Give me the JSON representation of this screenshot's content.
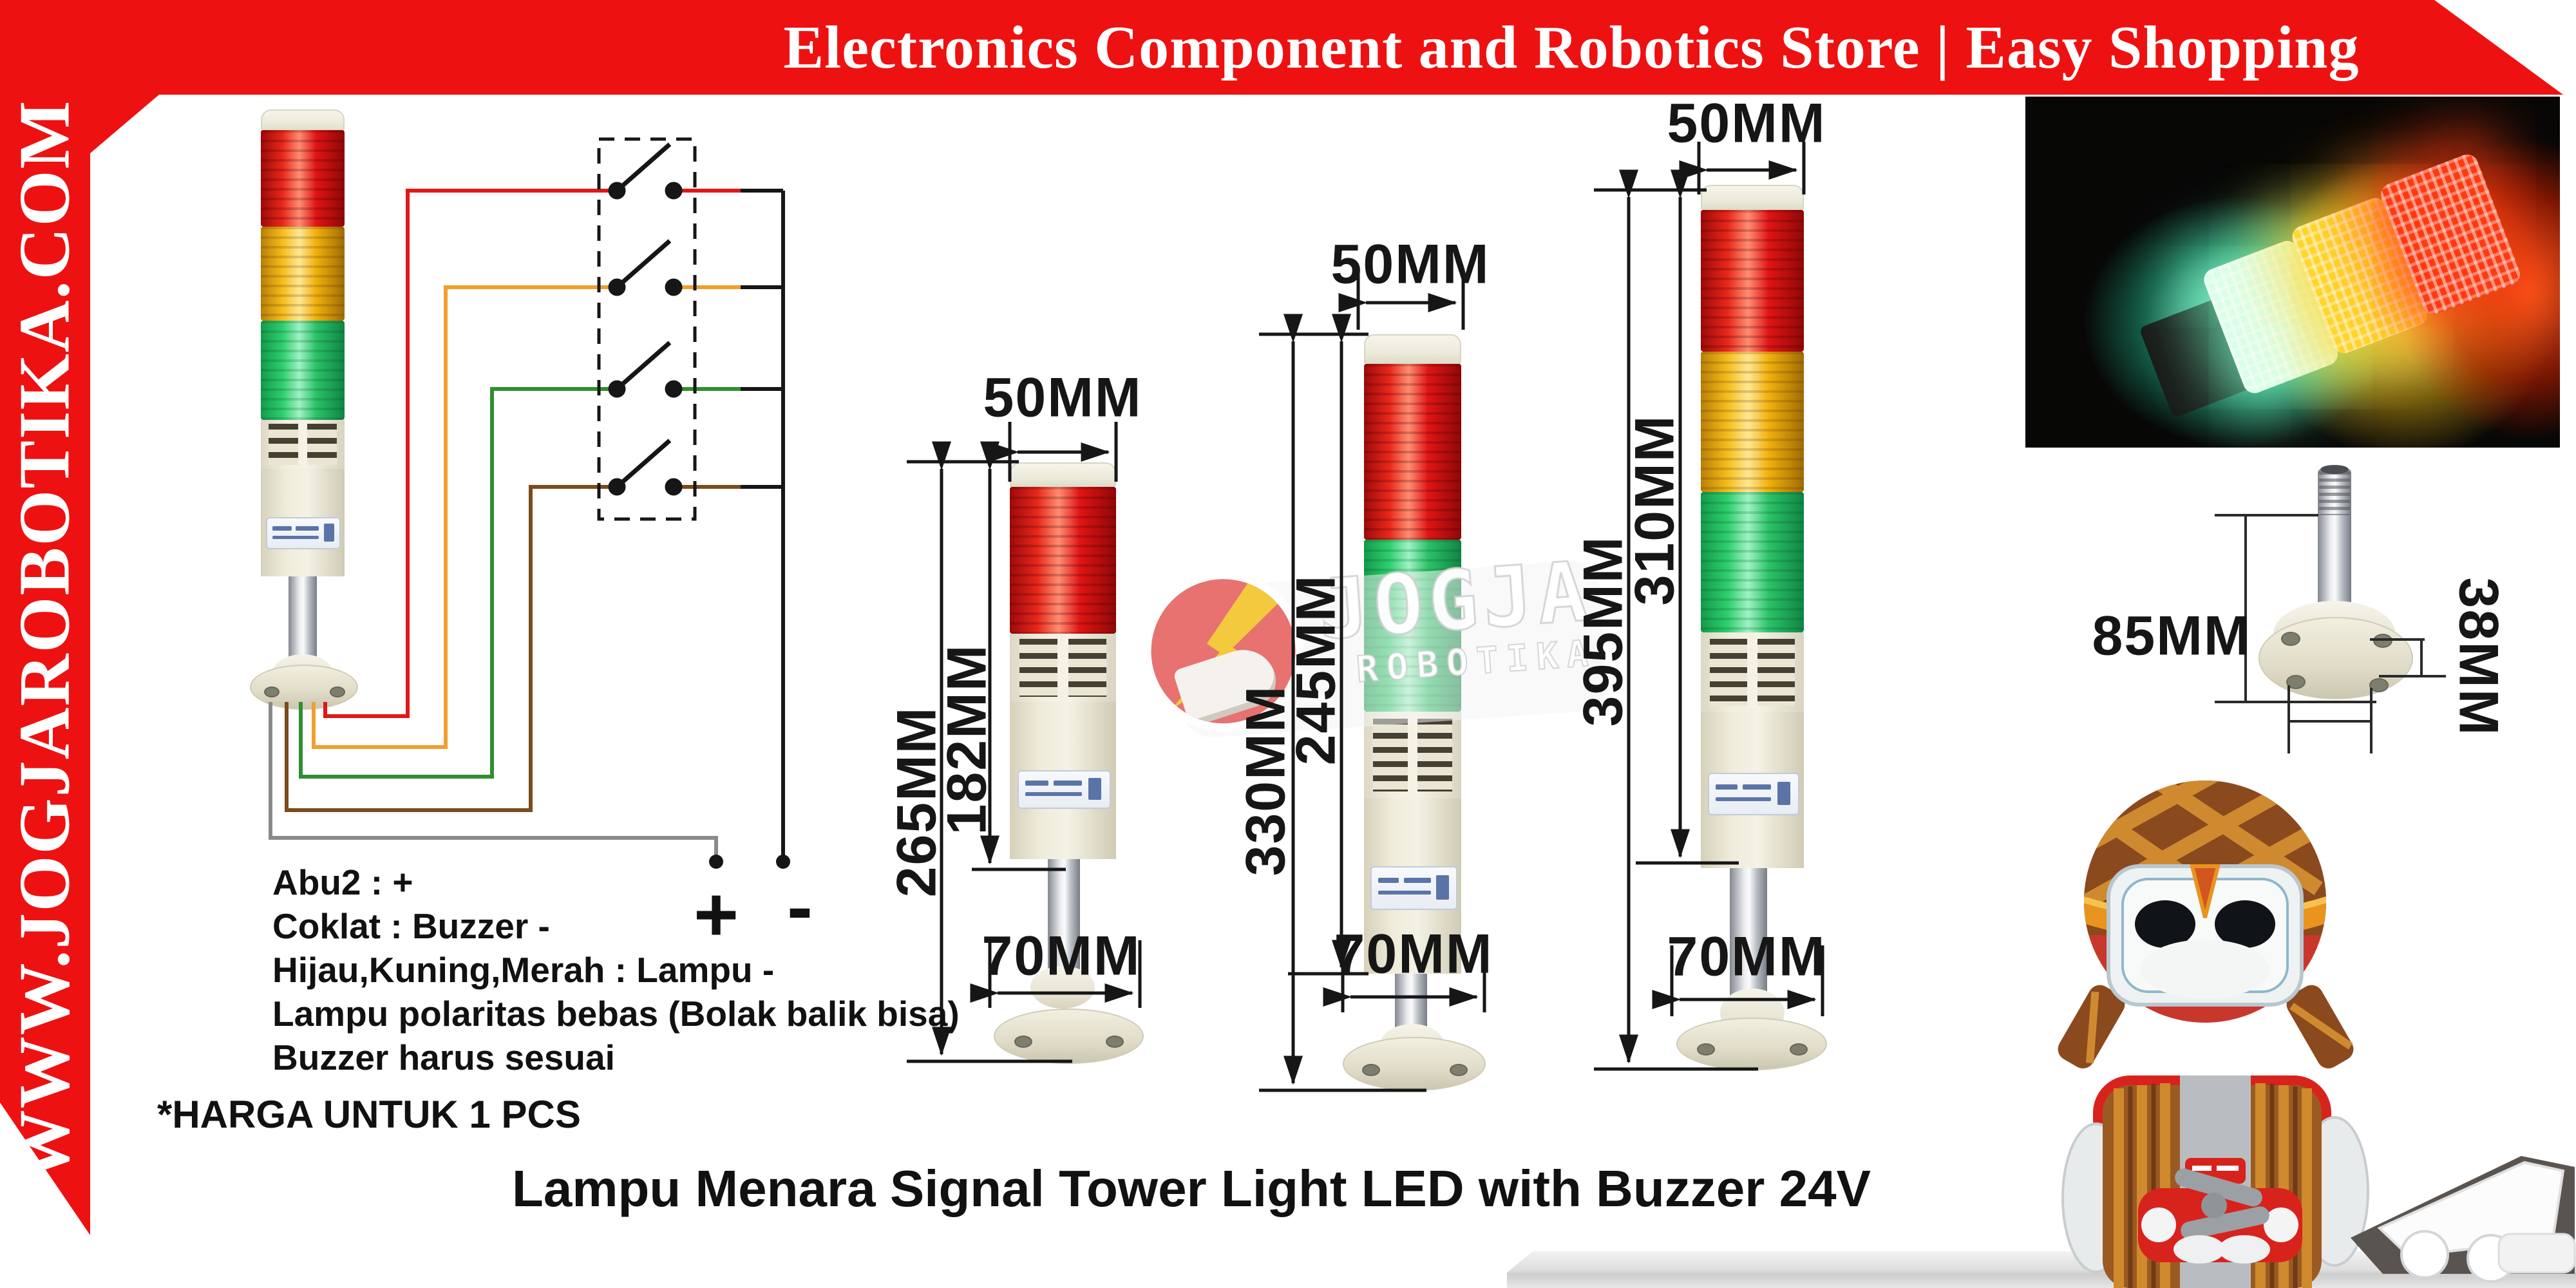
{
  "banner": {
    "text": "Electronics Component and Robotics Store | Easy Shopping"
  },
  "sidebar": {
    "url": "WWW.JOGJAROBOTIKA.COM"
  },
  "wiring": {
    "lines": [
      "Abu2 : +",
      "Coklat : Buzzer -",
      "Hijau,Kuning,Merah : Lampu -",
      "Lampu polaritas bebas (Bolak balik bisa)",
      "Buzzer harus sesuai"
    ],
    "plus": "+",
    "minus": "-"
  },
  "price_note": "*HARGA UNTUK 1 PCS",
  "title": "Lampu Menara Signal Tower Light LED with Buzzer 24V",
  "size_variants": [
    {
      "top_width": "50MM",
      "total_height": "265MM",
      "lens_height": "182MM",
      "base_width": "70MM"
    },
    {
      "top_width": "50MM",
      "total_height": "330MM",
      "lens_height": "245MM",
      "base_width": "70MM"
    },
    {
      "top_width": "50MM",
      "total_height": "395MM",
      "lens_height": "310MM",
      "base_width": "70MM"
    }
  ],
  "mount_diagram": {
    "pole_height": "85MM",
    "hole_spacing": "38MM"
  },
  "watermark": {
    "line1": "JOGJA",
    "line2": "ROBOTIKA"
  },
  "colors": {
    "accent_red": "#ee1111",
    "wire_red": "#e01818",
    "wire_orange": "#f09f2e",
    "wire_green": "#2e8f2e",
    "wire_brown": "#7a4b1c",
    "wire_gray": "#8a8a8a",
    "lens_red": "#d31010",
    "lens_yellow": "#f2b50c",
    "lens_green": "#2ecc71",
    "ivory": "#efecdb"
  }
}
